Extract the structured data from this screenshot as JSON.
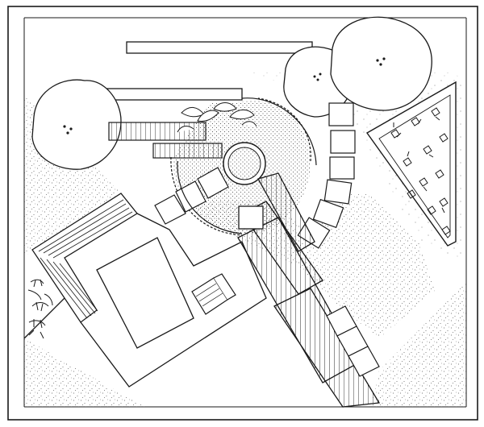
{
  "drawing": {
    "ink": "#1a1a1a",
    "paper": "#ffffff",
    "gravel": "#555555"
  },
  "elements": {
    "trees": [
      "tree-left",
      "tree-middle",
      "tree-right"
    ],
    "features": [
      "water-bowl",
      "chair",
      "raised-bed",
      "lawn",
      "decking-path",
      "stepping-stones",
      "l-bench"
    ]
  }
}
